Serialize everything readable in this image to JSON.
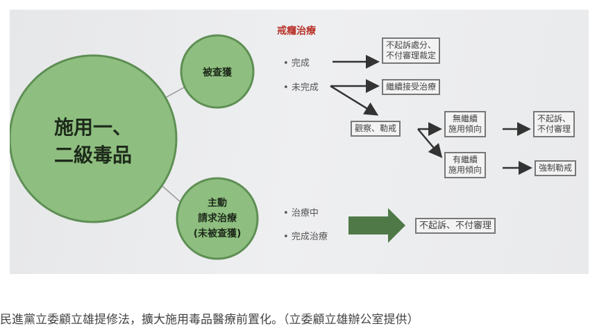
{
  "diagram": {
    "main_circle": {
      "line1": "施用一、",
      "line2": "二級毒品"
    },
    "caught_circle": {
      "label": "被查獲"
    },
    "voluntary_circle": {
      "line1": "主動",
      "line2": "請求治療",
      "line3": "(未被查獲)"
    },
    "section_title": "戒癮治療",
    "caught_items": [
      "完成",
      "未完成"
    ],
    "voluntary_items": [
      "治療中",
      "完成治療"
    ],
    "boxes": {
      "no_prosecution_disposal": [
        "不起訴處分、",
        "不付審理裁定"
      ],
      "continue_treatment": "繼續接受治療",
      "observation": "觀察、勒戒",
      "no_tendency": [
        "無繼續",
        "施用傾向"
      ],
      "has_tendency": [
        "有繼續",
        "施用傾向"
      ],
      "no_prosecution": [
        "不起訴、",
        "不付審理"
      ],
      "compulsory": "強制勒戒",
      "voluntary_result": "不起訴、不付審理"
    },
    "colors": {
      "circle_fill": "#8fbf80",
      "circle_stroke": "#5e8f54",
      "title_red": "#b8322a",
      "big_arrow": "#4f7a48"
    }
  },
  "caption": "民進黨立委顧立雄提修法，擴大施用毒品醫療前置化。（立委顧立雄辦公室提供）"
}
